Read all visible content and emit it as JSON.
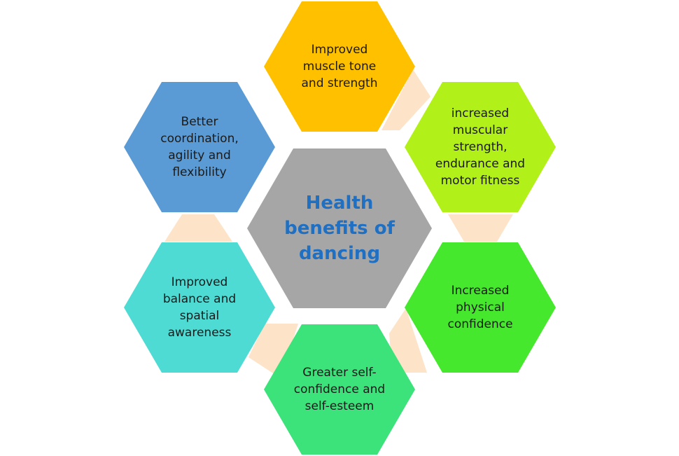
{
  "center": {
    "lines": [
      "Health",
      "benefits of",
      "dancing"
    ],
    "fill": "#a6a6a6",
    "text_color": "#1f6fc2"
  },
  "connector_color": "#fde4c8",
  "petals": [
    {
      "id": "top",
      "lines": [
        "Improved",
        "muscle tone",
        "and strength"
      ],
      "fill": "#ffc000"
    },
    {
      "id": "upper-right",
      "lines": [
        "increased",
        "muscular",
        "strength,",
        "endurance and",
        "motor fitness"
      ],
      "fill": "#b2f019"
    },
    {
      "id": "lower-right",
      "lines": [
        "Increased",
        "physical",
        "confidence"
      ],
      "fill": "#46e82d"
    },
    {
      "id": "bottom",
      "lines": [
        "Greater self-",
        "confidence and",
        "self-esteem"
      ],
      "fill": "#3ce27a"
    },
    {
      "id": "lower-left",
      "lines": [
        "Improved",
        "balance and",
        "spatial",
        "awareness"
      ],
      "fill": "#4ddbd4"
    },
    {
      "id": "upper-left",
      "lines": [
        "Better",
        "coordination,",
        "agility and",
        "flexibility"
      ],
      "fill": "#5b9bd5"
    }
  ]
}
